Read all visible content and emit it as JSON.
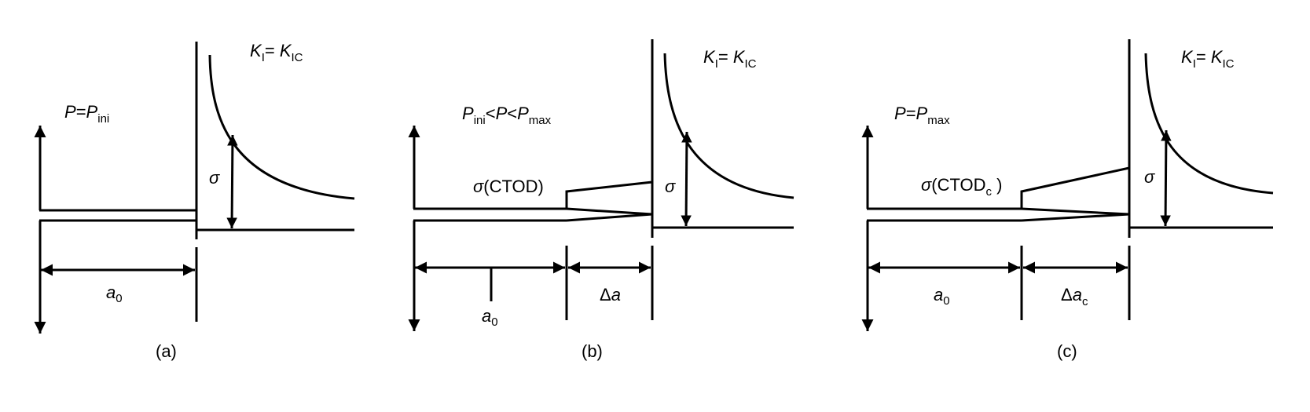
{
  "panels": {
    "a": {
      "caption": "(a)",
      "load": {
        "p1": "P",
        "eq": "=",
        "p2": "P",
        "sub": "ini"
      },
      "k": {
        "k1": "K",
        "sub1": "I",
        "eq": "= ",
        "k2": "K",
        "sub2": "IC"
      },
      "sigma": "σ",
      "a0": {
        "a": "a",
        "sub": "0"
      }
    },
    "b": {
      "caption": "(b)",
      "load": {
        "p1": "P",
        "sub1": "ini",
        "lt1": "<",
        "p2": "P",
        "lt2": "<",
        "p3": "P",
        "sub3": "max"
      },
      "k": {
        "k1": "K",
        "sub1": "I",
        "eq": "= ",
        "k2": "K",
        "sub2": "IC"
      },
      "sigma": "σ",
      "ctod": {
        "sigma": "σ",
        "text": "(CTOD)"
      },
      "a0": {
        "a": "a",
        "sub": "0"
      },
      "da": {
        "delta": "Δ",
        "a": "a"
      }
    },
    "c": {
      "caption": "(c)",
      "load": {
        "p1": "P",
        "eq": "=",
        "p2": "P",
        "sub": "max"
      },
      "k": {
        "k1": "K",
        "sub1": "I",
        "eq": "= ",
        "k2": "K",
        "sub2": "IC"
      },
      "sigma": "σ",
      "ctod": {
        "sigma": "σ",
        "text": "(CTOD",
        "sub": "c",
        "close": " )"
      },
      "a0": {
        "a": "a",
        "sub": "0"
      },
      "da": {
        "delta": "Δ",
        "a": "a",
        "sub": "c"
      }
    }
  }
}
